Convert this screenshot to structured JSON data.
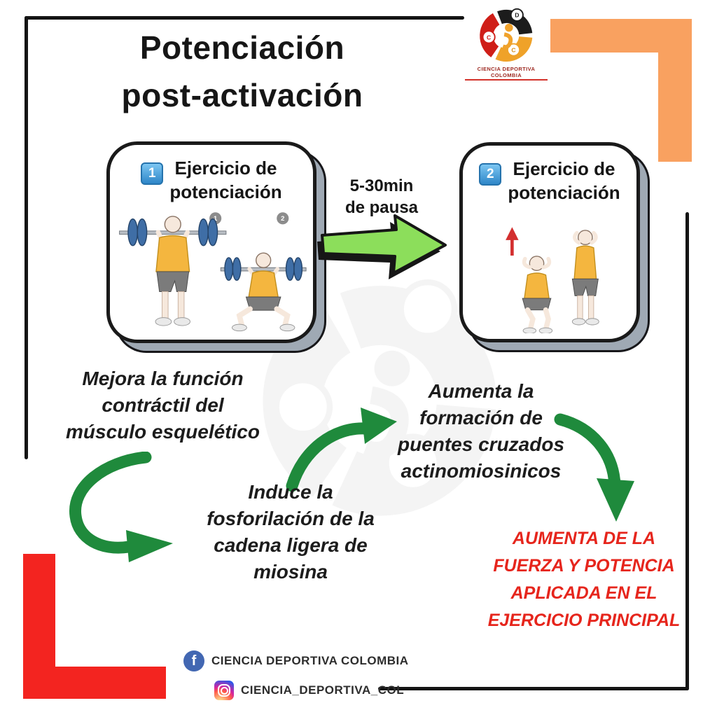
{
  "header": {
    "title": "Potenciación\npost-activación"
  },
  "brand": {
    "caption": "CIENCIA DEPORTIVA COLOMBIA",
    "logo_letters": {
      "top": "D",
      "left": "C",
      "bottom": "C"
    }
  },
  "step_boxes": [
    {
      "number": "1",
      "title": "Ejercicio de\npotenciación",
      "frame_markers": [
        "1",
        "2"
      ]
    },
    {
      "number": "2",
      "title": "Ejercicio de\npotenciación"
    }
  ],
  "pause": {
    "label": "5-30min\nde pausa"
  },
  "notes": [
    {
      "text": "Mejora la función\ncontráctil del\nmúsculo esquelético"
    },
    {
      "text": "Induce la\nfosforilación de la\ncadena ligera de\nmiosina"
    },
    {
      "text": "Aumenta la\nformación de\npuentes cruzados\nactinomiosinicos"
    }
  ],
  "conclusion": {
    "text": "AUMENTA DE LA\nFUERZA Y POTENCIA\nAPLICADA EN EL\nEJERCICIO PRINCIPAL"
  },
  "footer": {
    "facebook_handle": "CIENCIA DEPORTIVA COLOMBIA",
    "instagram_handle": "CIENCIA_DEPORTIVA_COL",
    "facebook_glyph": "f"
  },
  "colors": {
    "accent_orange": "#F9A160",
    "accent_red": "#F32420",
    "pause_arrow_green": "#8CDE5B",
    "curve_arrow_green": "#1F8A3C",
    "conclusion_red": "#E6251C",
    "box_shadow_gray": "#9FA9B4",
    "keycap_blue": "#2E86C8"
  }
}
